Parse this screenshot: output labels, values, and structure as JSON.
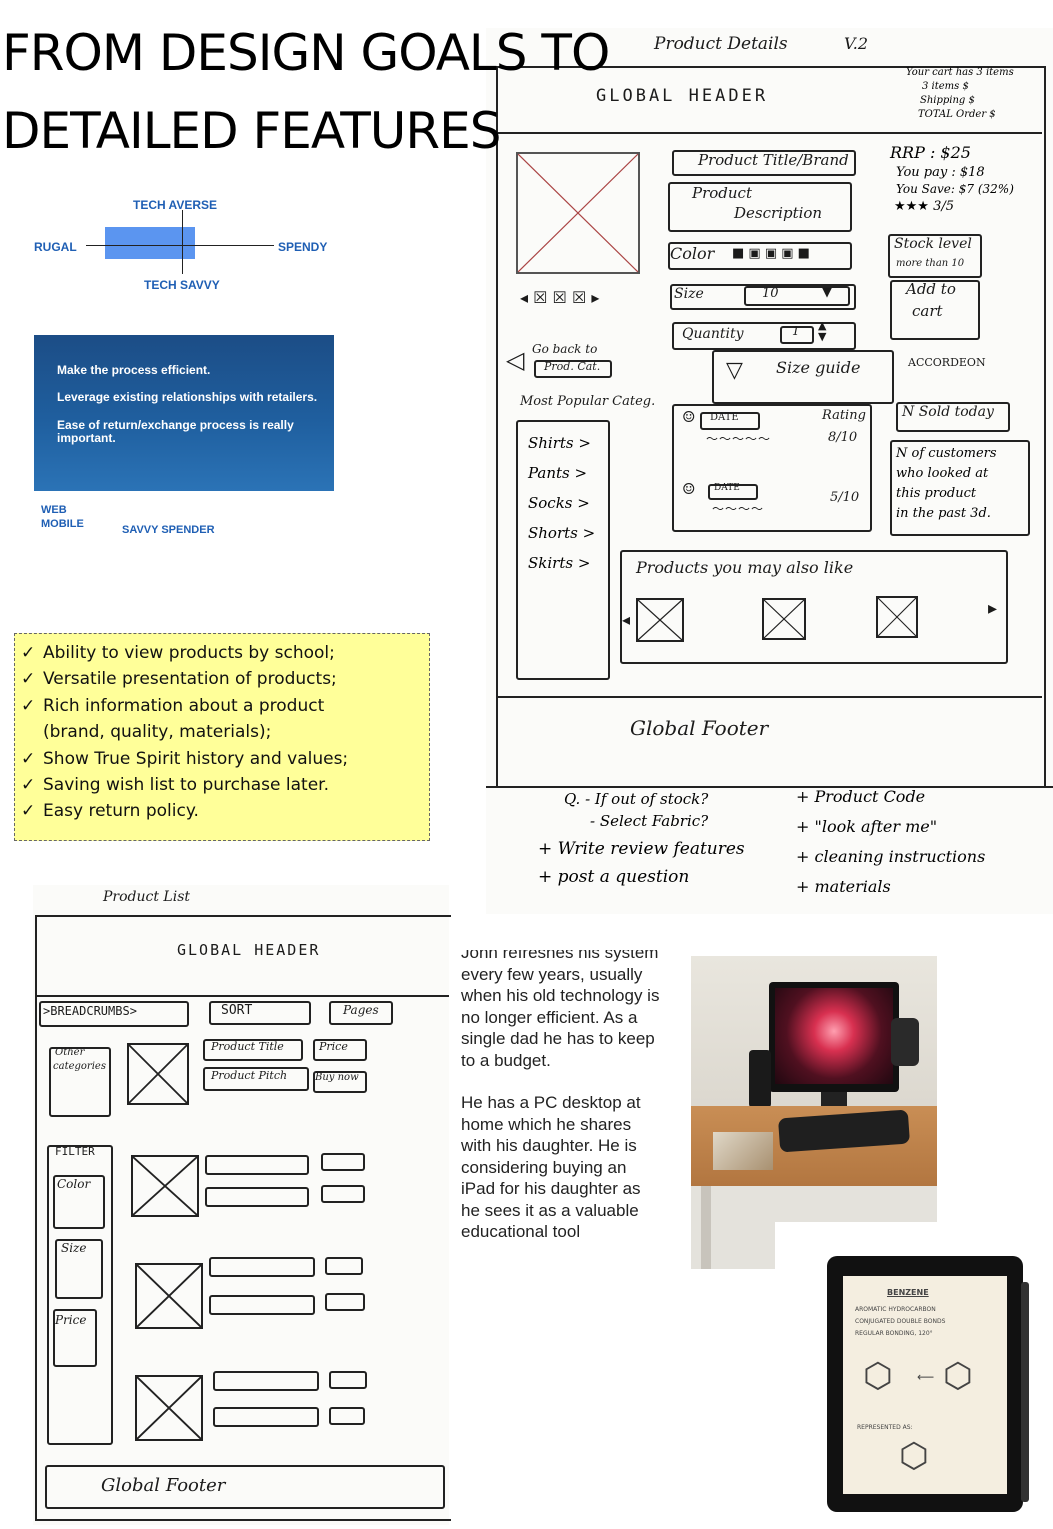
{
  "title": {
    "line1": "FROM DESIGN GOALS TO",
    "line2": "DETAILED FEATURES"
  },
  "spectrum": {
    "top": "TECH AVERSE",
    "bottom": "TECH SAVVY",
    "left": "RUGAL",
    "right": "SPENDY"
  },
  "goals": {
    "line1": "Make the process efficient.",
    "line2": "Leverage existing relationships with retailers.",
    "line3": "Ease of return/exchange process is really important."
  },
  "platform": {
    "web": "WEB",
    "mobile": "MOBILE",
    "persona_tag": "SAVVY SPENDER"
  },
  "features": {
    "check": "✓",
    "items": [
      "Ability to view products by school;",
      "Versatile presentation of products;",
      "Rich information about a product",
      "(brand, quality, materials);",
      "Show True Spirit history and values;",
      "Saving wish list to purchase later.",
      "Easy return policy."
    ]
  },
  "persona": {
    "p1": "John refreshes his system every few years, usually when his old technology is no longer efficient. As a single dad he has to keep to a budget.",
    "p2": "He has a PC desktop at home which he shares with his daughter. He is considering buying an iPad for his daughter as he sees it as a valuable educational tool"
  },
  "product_details_sketch": {
    "heading": "Product Details",
    "version": "V.2",
    "global_header": "GLOBAL HEADER",
    "cart_lines": [
      "Your cart has 3 items",
      "3 items $",
      "Shipping $",
      "TOTAL Order $"
    ],
    "product_title": "Product Title/Brand",
    "product_description_1": "Product",
    "product_description_2": "Description",
    "color": "Color",
    "size": "Size",
    "size_value": "10",
    "quantity": "Quantity",
    "quantity_value": "1",
    "price_lines": [
      "RRP : $25",
      "You pay : $18",
      "You Save: $7 (32%)",
      "3/5"
    ],
    "stock_level": "Stock level",
    "stock_value": "more than 10",
    "add_to_cart_1": "Add to",
    "add_to_cart_2": "cart",
    "size_guide": "Size guide",
    "accordeon": "ACCORDEON",
    "go_back_1": "Go back to",
    "go_back_2": "Prod. Cat.",
    "most_popular": "Most Popular Categ.",
    "categories": [
      "Shirts >",
      "Pants >",
      "Socks >",
      "Shorts >",
      "Skirts >"
    ],
    "date": "DATE",
    "rating": "Rating",
    "rating_1": "8/10",
    "rating_2": "5/10",
    "sold_today": "N Sold today",
    "customers_looked": [
      "N of customers",
      "who looked at",
      "this product",
      "in the past 3d."
    ],
    "also_like": "Products you may also like",
    "global_footer": "Global Footer",
    "notes_left": [
      "Q. - If out of stock?",
      "- Select Fabric?",
      "+ Write review features",
      "+ post a question"
    ],
    "notes_right": [
      "+ Product Code",
      "+ \"look after me\"",
      "+ cleaning instructions",
      "+ materials"
    ]
  },
  "product_list_sketch": {
    "heading": "Product List",
    "global_header": "GLOBAL HEADER",
    "breadcrumbs": ">BREADCRUMBS>",
    "sort": "SORT",
    "pages": "Pages",
    "other_categories_1": "Other",
    "other_categories_2": "categories",
    "product_title": "Product Title",
    "price": "Price",
    "product_pitch": "Product Pitch",
    "buy_now": "Buy now",
    "filter": "FILTER",
    "color": "Color",
    "size": "Size",
    "price_filter": "Price",
    "global_footer": "Global Footer"
  },
  "ipad_screen": {
    "heading": "BENZENE",
    "lines": [
      "AROMATIC HYDROCARBON",
      "CONJUGATED DOUBLE BONDS",
      "REGULAR BONDING, 120°"
    ],
    "note": "REPRESENTED AS:"
  },
  "colors": {
    "spectrum_blue": "#1f5fb4",
    "goals_blue": "#1f5f9f",
    "features_yellow": "#ffff99"
  }
}
